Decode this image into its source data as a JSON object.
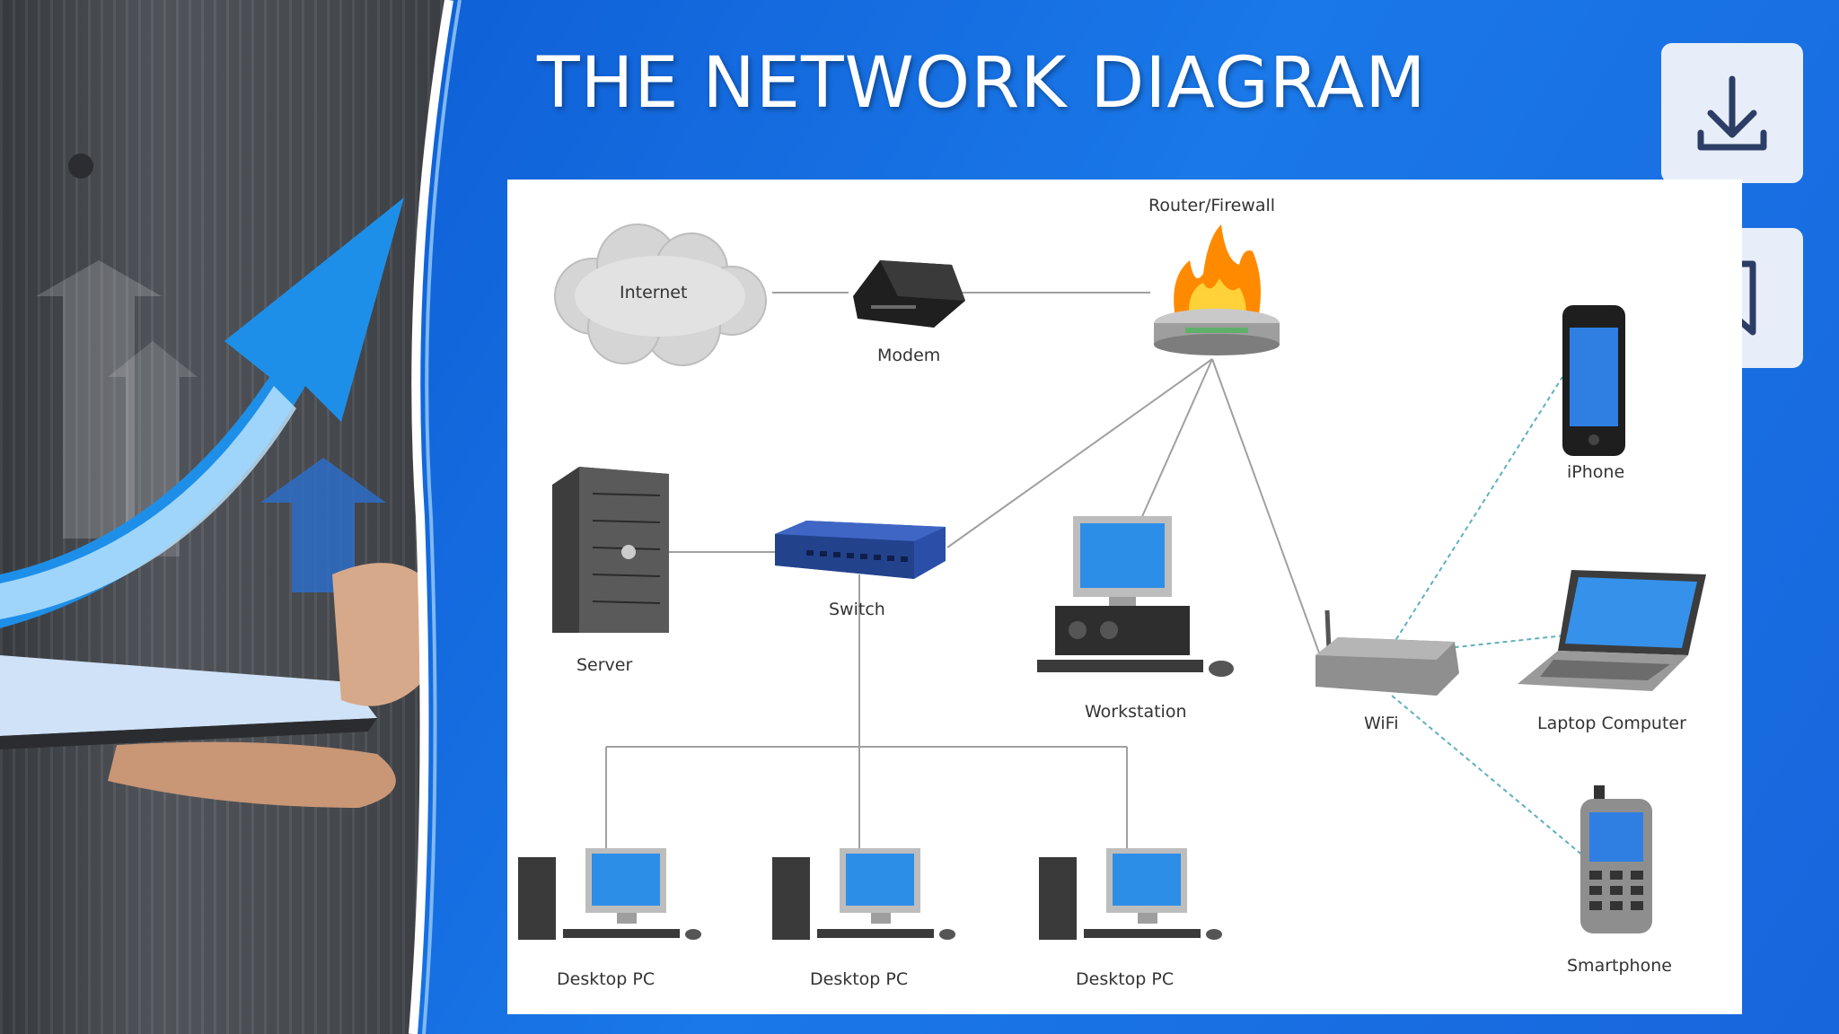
{
  "title": "THE NETWORK DIAGRAM",
  "buttons": {
    "download": "download-icon",
    "bookmark": "bookmark-icon"
  },
  "nodes": {
    "internet": "Internet",
    "modem": "Modem",
    "router": "Router/Firewall",
    "server": "Server",
    "switch": "Switch",
    "workstation": "Workstation",
    "wifi": "WiFi",
    "iphone": "iPhone",
    "laptop": "Laptop Computer",
    "smartphone": "Smartphone",
    "desktop1": "Desktop PC",
    "desktop2": "Desktop PC",
    "desktop3": "Desktop PC"
  },
  "colors": {
    "accent": "#1565d8",
    "wired_link": "#a0a0a0",
    "wireless_link": "#5fb0c0"
  }
}
